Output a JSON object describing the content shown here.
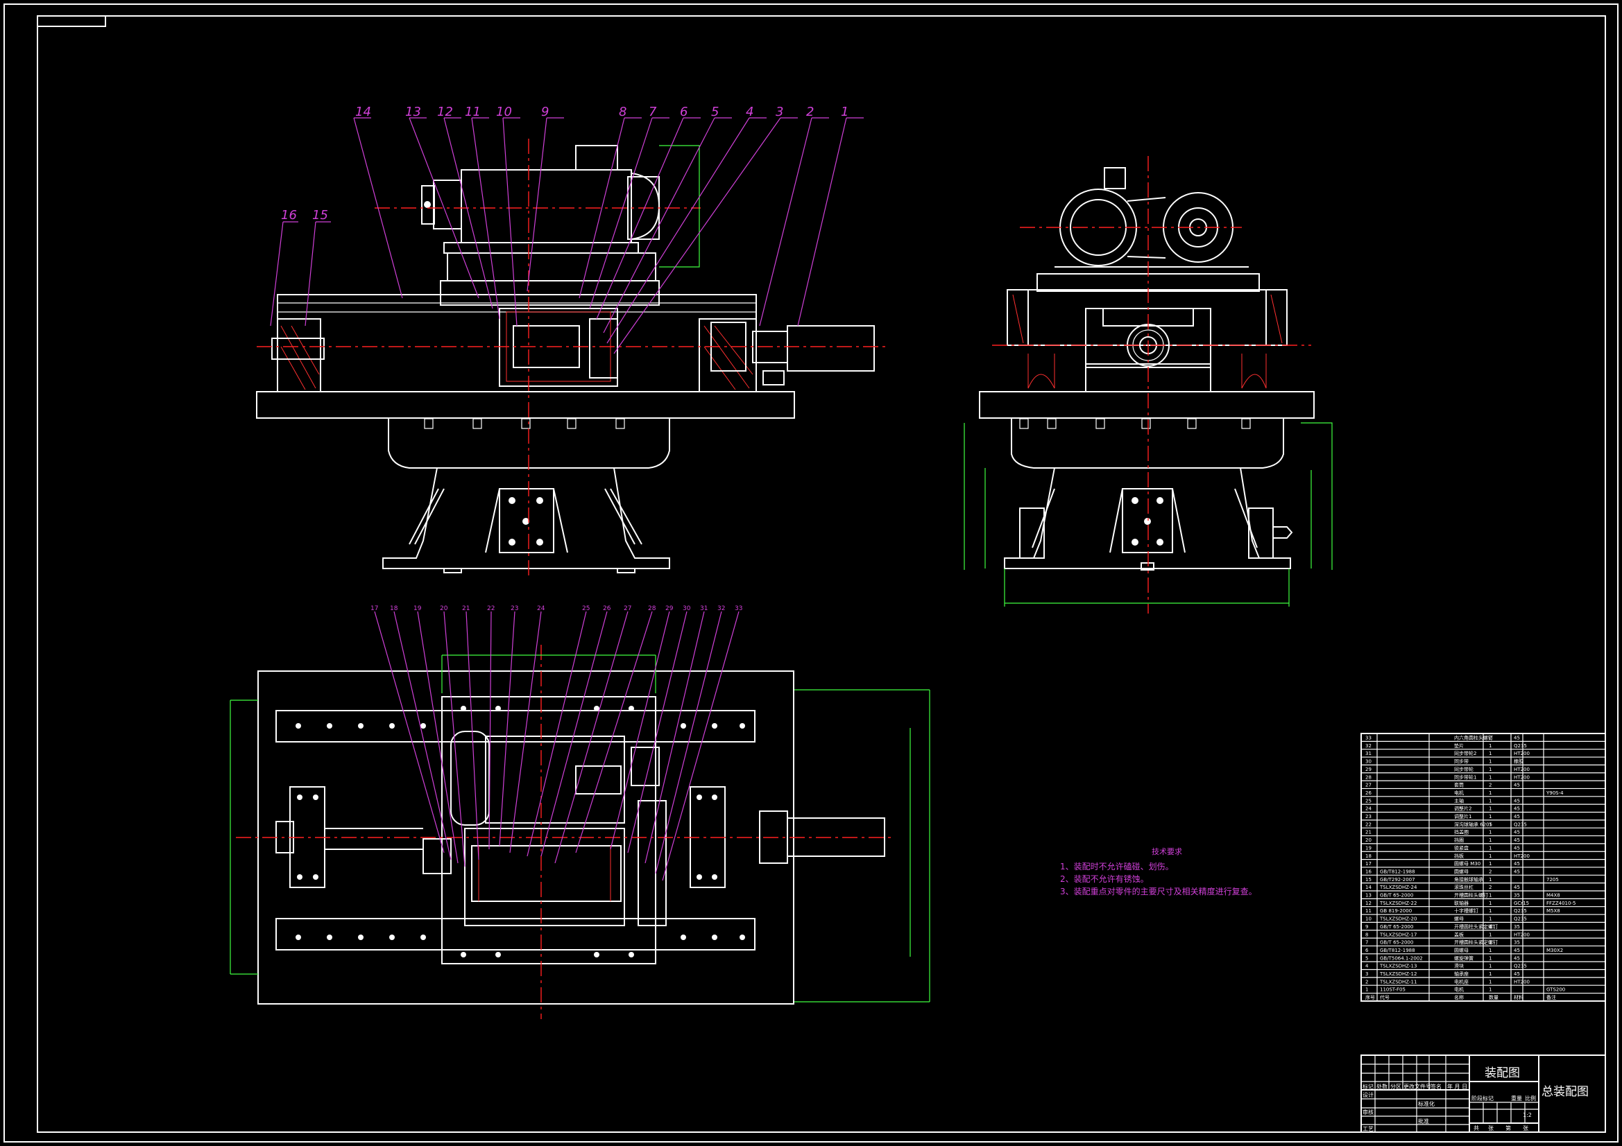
{
  "part_labels_front": [
    "14",
    "13",
    "12",
    "11",
    "10",
    "9",
    "8",
    "7",
    "6",
    "5",
    "4",
    "3",
    "2",
    "1"
  ],
  "part_labels_left": [
    "16",
    "15"
  ],
  "part_labels_top": [
    "17",
    "18",
    "19",
    "20",
    "21",
    "22",
    "23",
    "24",
    "25",
    "26",
    "27",
    "28",
    "29",
    "30",
    "31",
    "32",
    "33"
  ],
  "notes": {
    "title": "技术要求",
    "items": [
      "1、装配时不允许磕碰、划伤。",
      "2、装配不允许有锈蚀。",
      "3、装配重点对零件的主要尺寸及相关精度进行复查。"
    ]
  },
  "bom": [
    {
      "no": "33",
      "code": "",
      "name": "内六角圆柱头螺钉",
      "qty": "2",
      "mat": "45",
      "note": ""
    },
    {
      "no": "32",
      "code": "",
      "name": "垫片",
      "qty": "1",
      "mat": "Q235",
      "note": ""
    },
    {
      "no": "31",
      "code": "",
      "name": "同步带轮2",
      "qty": "1",
      "mat": "HT200",
      "note": ""
    },
    {
      "no": "30",
      "code": "",
      "name": "同步带",
      "qty": "1",
      "mat": "橡胶",
      "note": ""
    },
    {
      "no": "29",
      "code": "",
      "name": "同步带轮",
      "qty": "1",
      "mat": "HT200",
      "note": ""
    },
    {
      "no": "28",
      "code": "",
      "name": "同步带轮1",
      "qty": "1",
      "mat": "HT200",
      "note": ""
    },
    {
      "no": "27",
      "code": "",
      "name": "套筒",
      "qty": "2",
      "mat": "45",
      "note": ""
    },
    {
      "no": "26",
      "code": "",
      "name": "电机",
      "qty": "1",
      "mat": "",
      "note": "Y90S-4"
    },
    {
      "no": "25",
      "code": "",
      "name": "主轴",
      "qty": "1",
      "mat": "45",
      "note": ""
    },
    {
      "no": "24",
      "code": "",
      "name": "调整片2",
      "qty": "1",
      "mat": "45",
      "note": ""
    },
    {
      "no": "23",
      "code": "",
      "name": "调整片1",
      "qty": "1",
      "mat": "45",
      "note": ""
    },
    {
      "no": "22",
      "code": "",
      "name": "深沟球轴承 6205",
      "qty": "1",
      "mat": "Q235",
      "note": ""
    },
    {
      "no": "21",
      "code": "",
      "name": "挡盖圈",
      "qty": "1",
      "mat": "45",
      "note": ""
    },
    {
      "no": "20",
      "code": "",
      "name": "挡圈",
      "qty": "1",
      "mat": "45",
      "note": ""
    },
    {
      "no": "19",
      "code": "",
      "name": "锁紧盘",
      "qty": "1",
      "mat": "45",
      "note": ""
    },
    {
      "no": "18",
      "code": "",
      "name": "挡板",
      "qty": "1",
      "mat": "HT200",
      "note": ""
    },
    {
      "no": "17",
      "code": "",
      "name": "圆螺母 M30",
      "qty": "1",
      "mat": "45",
      "note": ""
    },
    {
      "no": "16",
      "code": "GB/T812-1988",
      "name": "圆螺母",
      "qty": "2",
      "mat": "45",
      "note": ""
    },
    {
      "no": "15",
      "code": "GB/T292-2007",
      "name": "角接触球轴承",
      "qty": "1",
      "mat": "",
      "note": "7205"
    },
    {
      "no": "14",
      "code": "TSLXZSDHZ-24",
      "name": "滚珠丝杠",
      "qty": "2",
      "mat": "45",
      "note": ""
    },
    {
      "no": "13",
      "code": "GB/T 65-2000",
      "name": "开槽圆柱头螺钉",
      "qty": "1",
      "mat": "35",
      "note": "M4X8"
    },
    {
      "no": "12",
      "code": "TSLXZSDHZ-22",
      "name": "联轴器",
      "qty": "1",
      "mat": "GCr15",
      "note": "FFZZ4010-5"
    },
    {
      "no": "11",
      "code": "GB 819-2000",
      "name": "十字槽螺钉",
      "qty": "1",
      "mat": "Q235",
      "note": "M5X8"
    },
    {
      "no": "10",
      "code": "TSLXZSDHZ-20",
      "name": "螺母",
      "qty": "1",
      "mat": "Q235",
      "note": ""
    },
    {
      "no": "9",
      "code": "GB/T 65-2000",
      "name": "开槽圆柱头紧定螺钉",
      "qty": "4",
      "mat": "35",
      "note": ""
    },
    {
      "no": "8",
      "code": "TSLXZSDHZ-17",
      "name": "盖板",
      "qty": "1",
      "mat": "HT200",
      "note": ""
    },
    {
      "no": "7",
      "code": "GB/T 65-2000",
      "name": "开槽圆柱头紧定螺钉",
      "qty": "1",
      "mat": "35",
      "note": ""
    },
    {
      "no": "6",
      "code": "GB/T812-1988",
      "name": "圆螺母",
      "qty": "1",
      "mat": "45",
      "note": "M30X2"
    },
    {
      "no": "5",
      "code": "GB/T5064.1-2002",
      "name": "螺旋弹簧",
      "qty": "1",
      "mat": "45",
      "note": ""
    },
    {
      "no": "4",
      "code": "TSLXZSDHZ-13",
      "name": "滑块",
      "qty": "1",
      "mat": "Q235",
      "note": ""
    },
    {
      "no": "3",
      "code": "TSLXZSDHZ-12",
      "name": "轴承座",
      "qty": "1",
      "mat": "45",
      "note": ""
    },
    {
      "no": "2",
      "code": "TSLXZSDHZ-11",
      "name": "电机座",
      "qty": "1",
      "mat": "HT200",
      "note": ""
    },
    {
      "no": "1",
      "code": "110ST-F05",
      "name": "电机",
      "qty": "1",
      "mat": "",
      "note": "GTS200"
    }
  ],
  "bom_header": {
    "no": "序号",
    "code": "代号",
    "name": "名称",
    "qty": "数量",
    "mat": "材料",
    "note": "备注"
  },
  "title_block": {
    "drawing_type": "装配图",
    "drawing_title": "总装配图",
    "scale": "1:2",
    "row_labels": [
      "标记",
      "处数",
      "分区",
      "更改文件号",
      "签名",
      "年 月 日"
    ],
    "roles": [
      "设计",
      "审核",
      "工艺",
      "标准化",
      "批准"
    ],
    "stage_labels": [
      "阶段标记",
      "重量",
      "比例"
    ],
    "sheet_labels": [
      "共",
      "张",
      "第",
      "张"
    ]
  }
}
